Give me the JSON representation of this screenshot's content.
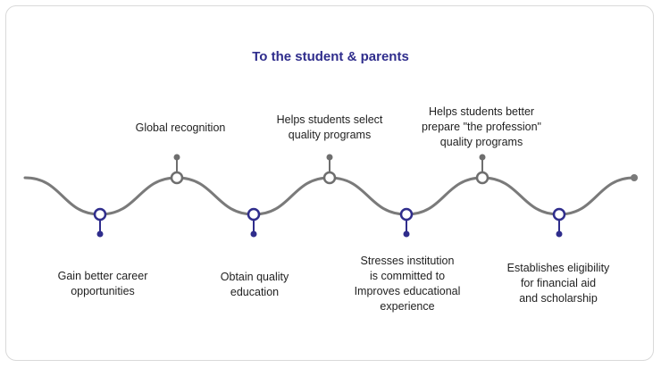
{
  "title": "To the student & parents",
  "colors": {
    "title": "#2f2d8c",
    "wave": "#7a7a7a",
    "top_marker": "#6e6e6e",
    "bottom_marker": "#2f2d8c"
  },
  "top_items": [
    {
      "lines": [
        "Global recognition"
      ]
    },
    {
      "lines": [
        "Helps students select",
        "quality programs"
      ]
    },
    {
      "lines": [
        "Helps students better",
        "prepare \"the profession\"",
        "quality programs"
      ]
    }
  ],
  "bottom_items": [
    {
      "lines": [
        "Gain better career",
        "opportunities"
      ]
    },
    {
      "lines": [
        "Obtain quality",
        "education"
      ]
    },
    {
      "lines": [
        "Stresses institution",
        "is committed to",
        "Improves educational",
        "experience"
      ]
    },
    {
      "lines": [
        "Establishes eligibility",
        "for financial aid",
        "and scholarship"
      ]
    }
  ]
}
